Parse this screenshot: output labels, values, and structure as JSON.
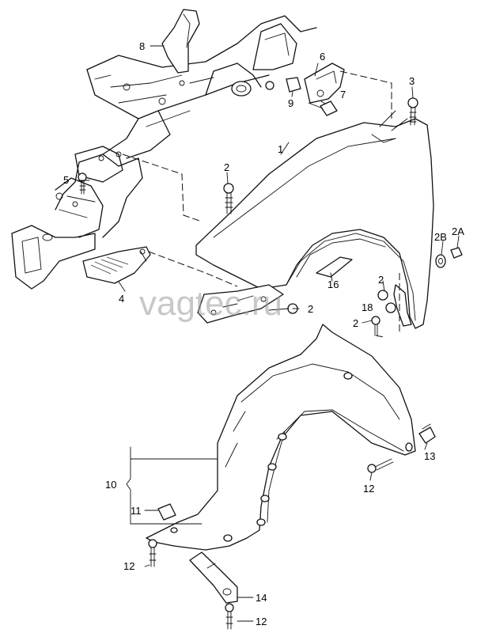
{
  "watermark": "vagtec.ru",
  "callouts": {
    "c8": "8",
    "c6": "6",
    "c3": "3",
    "c9": "9",
    "c7": "7",
    "c1": "1",
    "c2a": "2",
    "c5": "5",
    "c2b_lbl": "2B",
    "c2a_lbl": "2A",
    "c4": "4",
    "c16": "16",
    "c2c": "2",
    "c2d": "2",
    "c18": "18",
    "c2e": "2",
    "c10": "10",
    "c11": "11",
    "c13": "13",
    "c12a": "12",
    "c12b": "12",
    "c14": "14",
    "c12c": "12"
  }
}
